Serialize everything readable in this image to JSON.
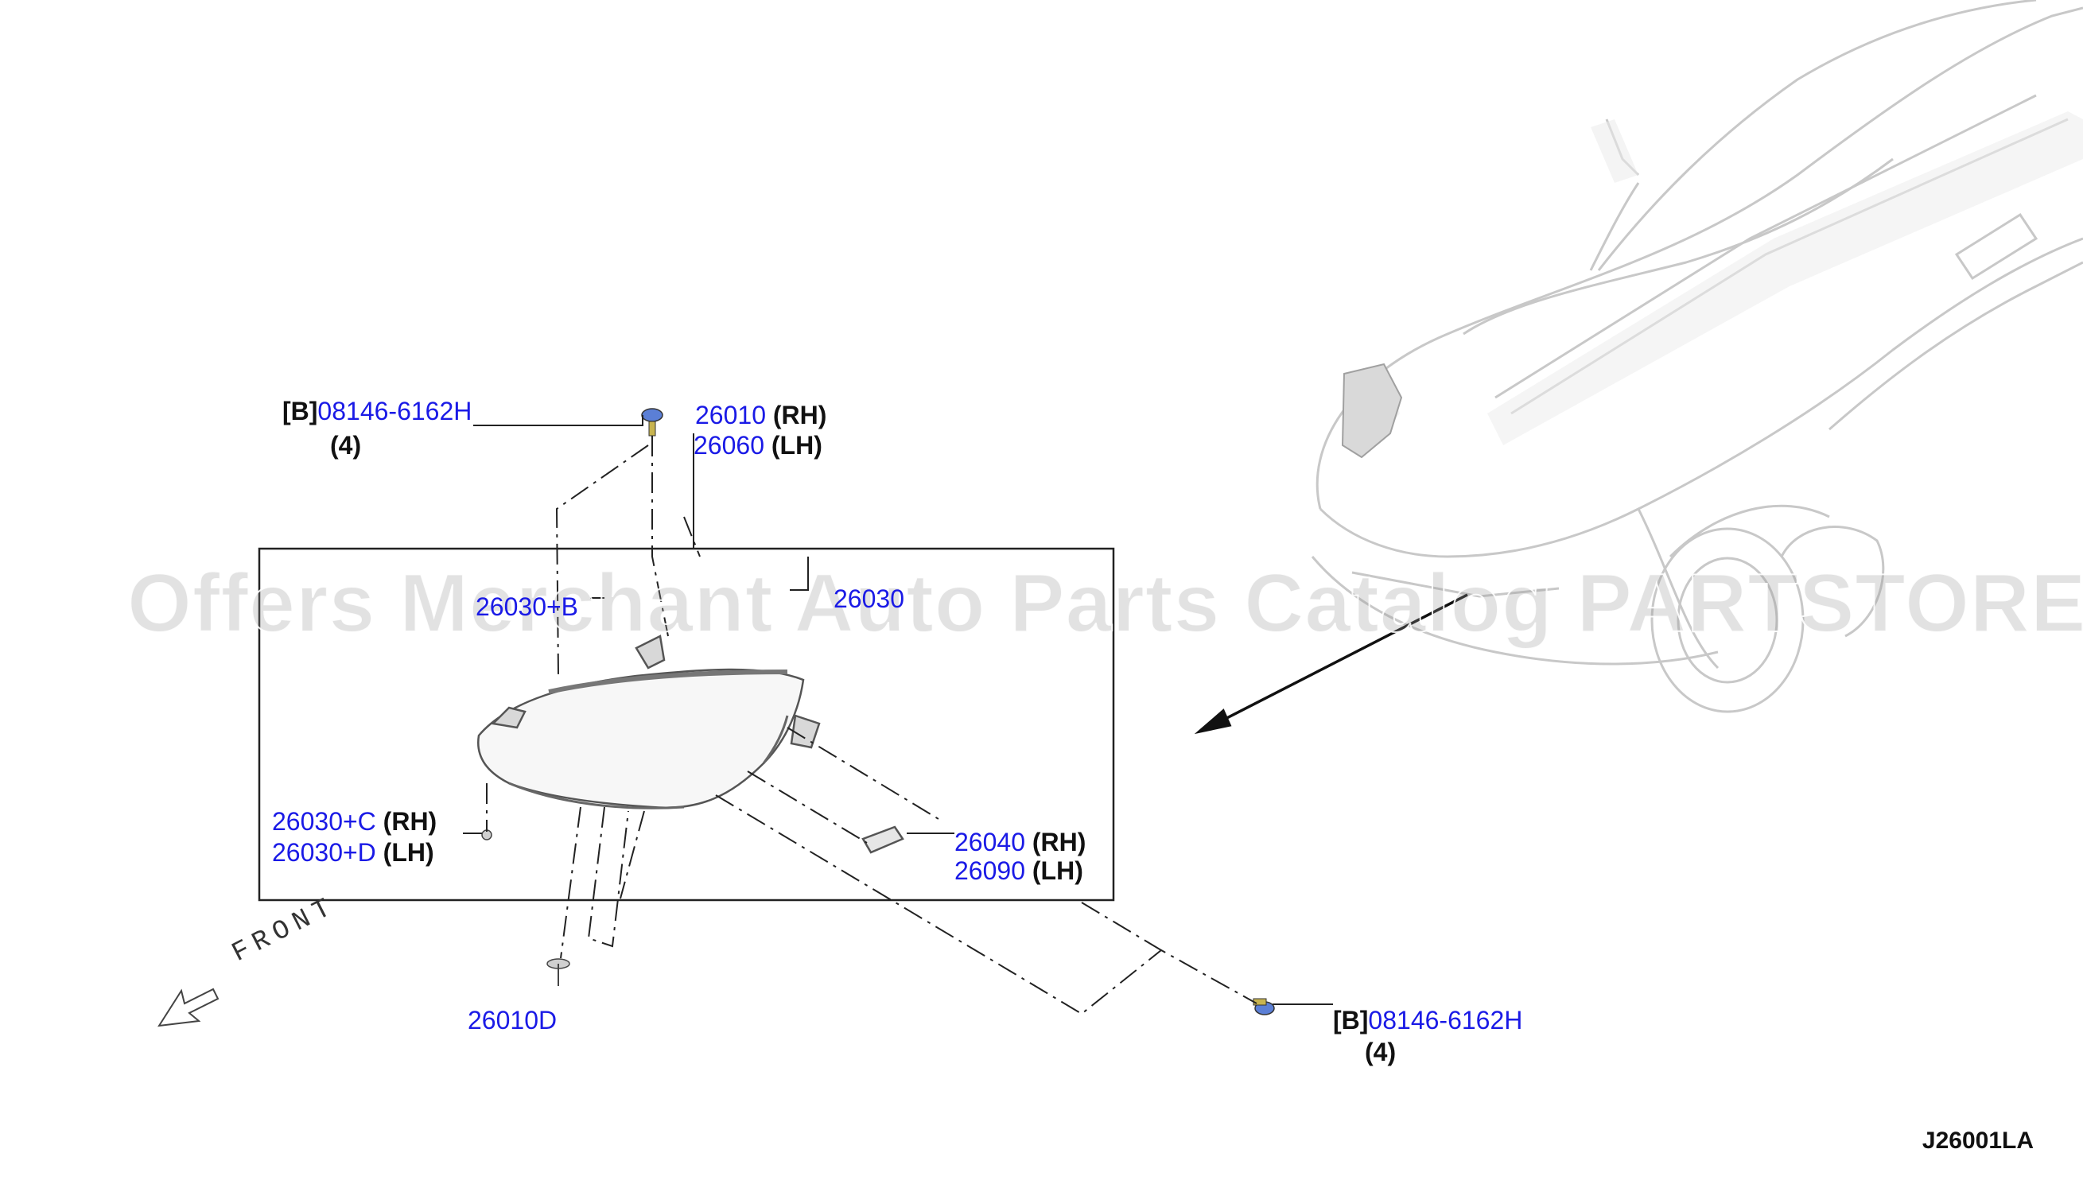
{
  "diagram_code": "J26001LA",
  "watermark": "Offers Merchant Auto Parts Catalog PARTSTORE.SA",
  "front_label": "FRONT",
  "callouts": {
    "bolt_top": {
      "tag": "[B]",
      "part": "08146-6162H",
      "qty": "(4)"
    },
    "housing": {
      "part_rh": "26010",
      "side_rh": "(RH)",
      "part_lh": "26060",
      "side_lh": "(LH)"
    },
    "inner_left": {
      "part": "26030+B"
    },
    "inner_right": {
      "part": "26030"
    },
    "lower_left": {
      "part_rh": "26030+C",
      "side_rh": "(RH)",
      "part_lh": "26030+D",
      "side_lh": "(LH)"
    },
    "bracket_right": {
      "part_rh": "26040",
      "side_rh": "(RH)",
      "part_lh": "26090",
      "side_lh": "(LH)"
    },
    "bottom": {
      "part": "26010D"
    },
    "bolt_bottom": {
      "tag": "[B]",
      "part": "08146-6162H",
      "qty": "(4)"
    }
  },
  "colors": {
    "part_link": "#1a1ae6",
    "label_text": "#111111",
    "line": "#222222",
    "fastener": "#5b7fd6"
  }
}
